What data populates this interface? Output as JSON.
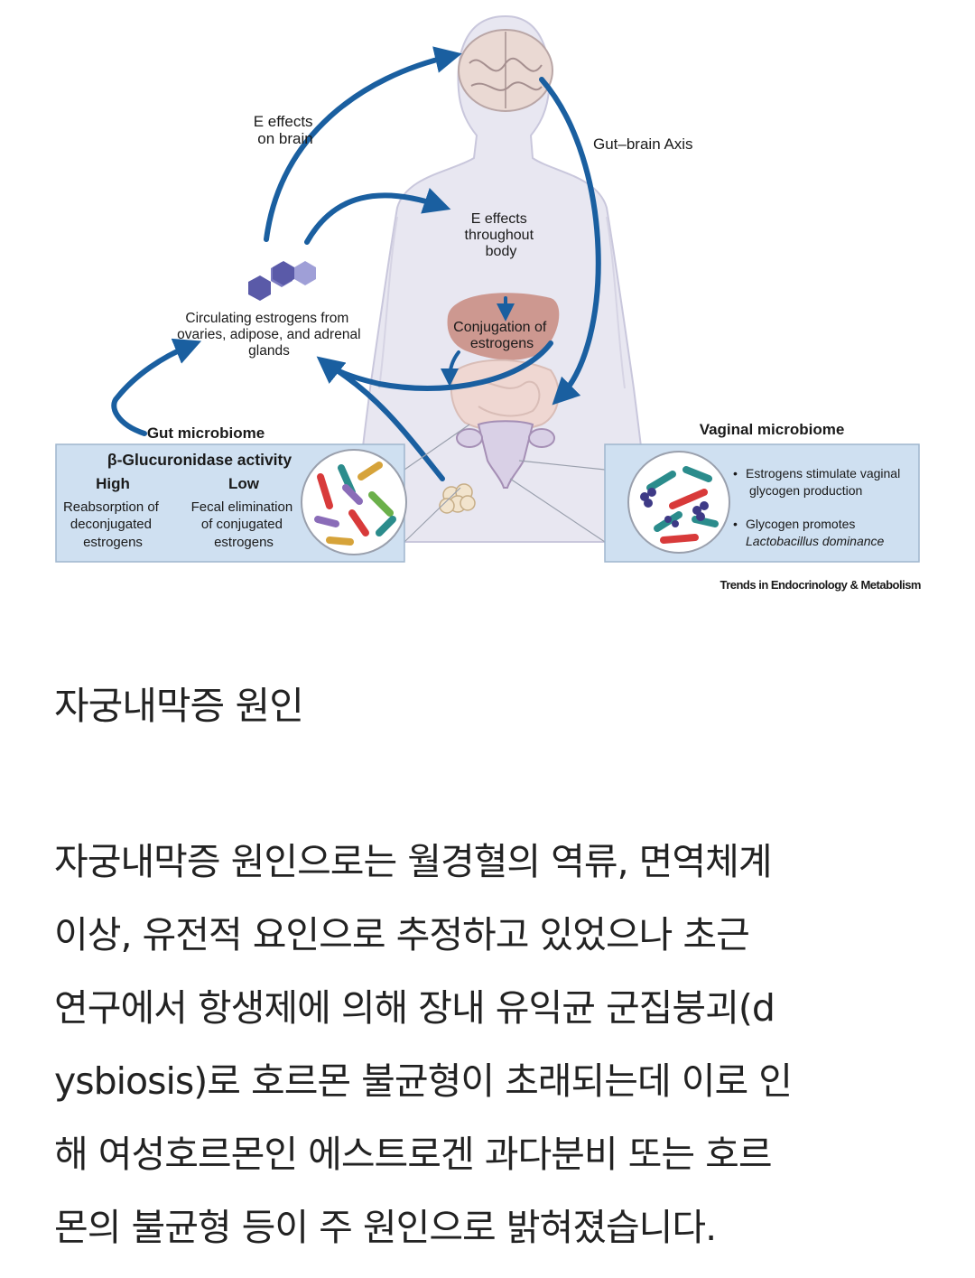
{
  "figure": {
    "labels": {
      "e_effects_brain": [
        "E effects",
        "on brain"
      ],
      "gut_brain_axis": "Gut–brain Axis",
      "e_effects_body": [
        "E effects",
        "throughout",
        "body"
      ],
      "circulating": [
        "Circulating estrogens from",
        "ovaries, adipose, and adrenal",
        "glands"
      ],
      "conjugation": [
        "Conjugation of",
        "estrogens"
      ],
      "gut_microbiome": "Gut microbiome",
      "vaginal_microbiome": "Vaginal microbiome",
      "glucuronidase": "β-Glucuronidase activity",
      "high": "High",
      "low": "Low",
      "high_desc": [
        "Reabsorption of",
        "deconjugated",
        "estrogens"
      ],
      "low_desc": [
        "Fecal elimination",
        "of conjugated",
        "estrogens"
      ],
      "vaginal_bullets": [
        [
          "Estrogens stimulate vaginal",
          "glycogen production"
        ],
        [
          "Glycogen promotes",
          "Lactobacillus dominance"
        ]
      ],
      "source": "Trends in Endocrinology & Metabolism"
    },
    "colors": {
      "arrow": "#1a5fa0",
      "box_fill": "#cfe0f1",
      "body": "#e6e5ef",
      "liver": "#c8897f",
      "hexagon": "#5a5aa8"
    }
  },
  "heading": "자궁내막증 원인",
  "paragraph_lines": [
    "자궁내막증 원인으로는 월경혈의 역류, 면역체계",
    "이상, 유전적 요인으로 추정하고 있었으나 초근",
    "연구에서 항생제에 의해 장내 유익균 군집붕괴(d",
    "ysbiosis)로 호르몬 불균형이 초래되는데 이로 인",
    "해 여성호르몬인 에스트로겐 과다분비 또는 호르",
    "몬의 불균형 등이 주 원인으로 밝혀졌습니다."
  ]
}
